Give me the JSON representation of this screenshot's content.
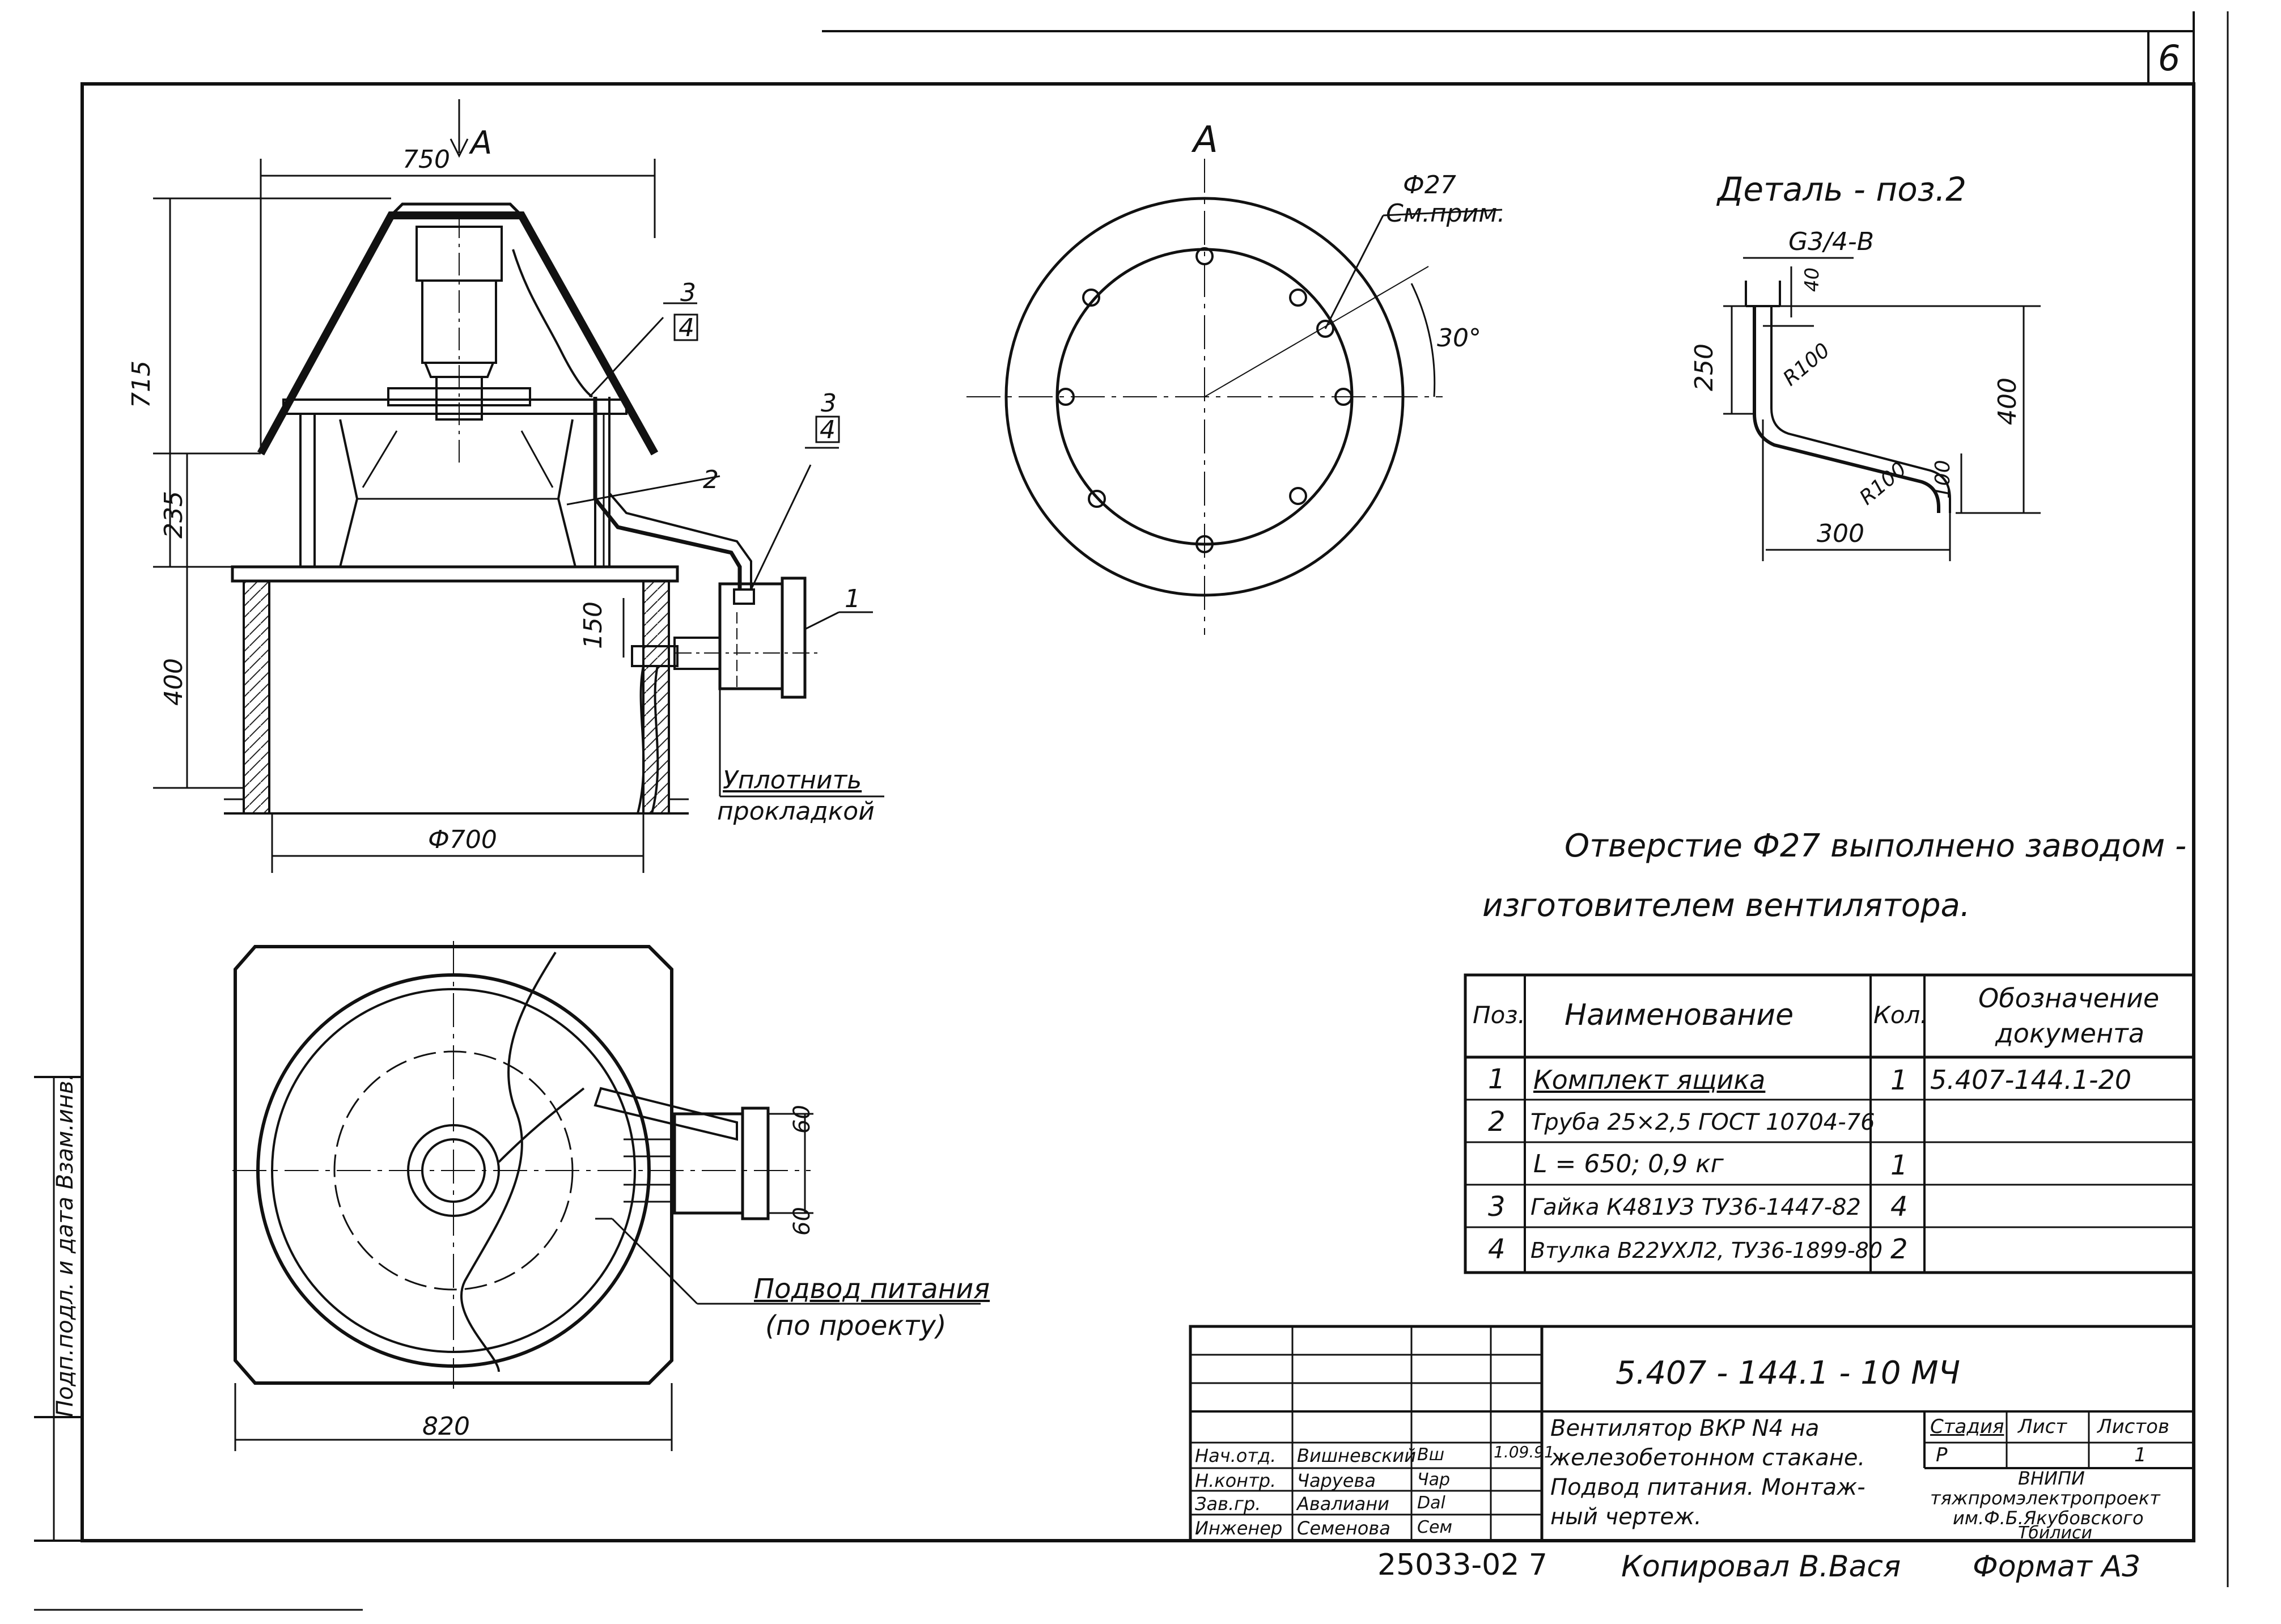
{
  "sheet_number": "6",
  "view_a_label": "A",
  "arrow_a_label": "A",
  "detail_title": "Деталь - поз.2",
  "detail_thread": "G3/4-B",
  "dims_front": {
    "width_top": "750",
    "height_total": "715",
    "height_upper": "235",
    "height_lower": "400",
    "height_side": "150",
    "diam_base": "Ф700"
  },
  "dims_plan": {
    "width": "820",
    "top_offset": "60",
    "bottom_offset": "60"
  },
  "dims_view_a": {
    "hole": "Ф27",
    "hole_note": "См.прим.",
    "angle": "30°"
  },
  "dims_detail": {
    "d40": "40",
    "d250": "250",
    "d400": "400",
    "r1": "R100",
    "r2": "R100",
    "d100": "100",
    "d300": "300"
  },
  "callouts": {
    "pos1": "1",
    "pos2": "2",
    "pos3a": "3",
    "pos4a": "4",
    "pos3b": "3",
    "pos4b": "4"
  },
  "seal_note_line1": "Уплотнить",
  "seal_note_line2": "прокладкой",
  "power_note_line1": "Подвод питания",
  "power_note_line2": "(по проекту)",
  "main_note_line1": "Отверстие Ф27 выполнено заводом -",
  "main_note_line2": "изготовителем вентилятора.",
  "spec": {
    "headers": {
      "pos": "Поз.",
      "name": "Наименование",
      "qty": "Кол.",
      "doc_line1": "Обозначение",
      "doc_line2": "документа"
    },
    "rows": [
      {
        "pos": "1",
        "name": "Комплект ящика",
        "qty": "1",
        "doc": "5.407-144.1-20"
      },
      {
        "pos": "2",
        "name": "Труба 25×2,5 ГОСТ 10704-76",
        "qty": "",
        "doc": ""
      },
      {
        "pos": "",
        "name": "L = 650;      0,9 кг",
        "qty": "1",
        "doc": ""
      },
      {
        "pos": "3",
        "name": "Гайка К481УЗ ТУ36-1447-82",
        "qty": "4",
        "doc": ""
      },
      {
        "pos": "4",
        "name": "Втулка В22УХЛ2, ТУ36-1899-80",
        "qty": "2",
        "doc": ""
      }
    ]
  },
  "title_block": {
    "code": "5.407 - 144.1 - 10 МЧ",
    "title_lines": [
      "Вентилятор ВКР N4 на",
      "железобетонном стакане.",
      "Подвод питания. Монтаж-",
      "ный чертеж."
    ],
    "stage_label": "Стадия",
    "sheet_label": "Лист",
    "sheets_label": "Листов",
    "stage": "Р",
    "sheets": "1",
    "org_lines": [
      "ВНИПИ",
      "тяжпромэлектропроект",
      "им.Ф.Б.Якубовского",
      "Тбилиси"
    ],
    "date": "1.09.91",
    "signatures": [
      {
        "role": "Нач.отд.",
        "name": "Вишневский",
        "sign": "Вш"
      },
      {
        "role": "Н.контр.",
        "name": "Чаруева",
        "sign": "Чар"
      },
      {
        "role": "Зав.гр.",
        "name": "Авалиани",
        "sign": "Dal"
      },
      {
        "role": "Инженер",
        "name": "Семенова",
        "sign": "Сем"
      }
    ]
  },
  "bottom_number": "25033-02   7",
  "copied_by": "Копировал  В.Вася",
  "format": "Формат А3",
  "side_stamp": "Подп.подл. и дата  Взам.инв."
}
